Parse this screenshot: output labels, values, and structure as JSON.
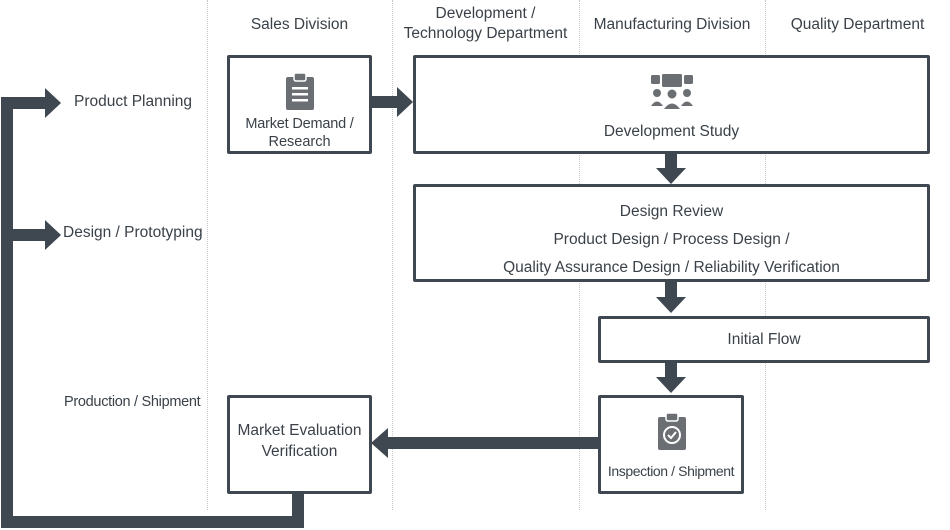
{
  "columns": {
    "sales": "Sales Division",
    "dev_line1": "Development /",
    "dev_line2": "Technology Department",
    "manufacturing": "Manufacturing Division",
    "quality": "Quality Department"
  },
  "rows": {
    "product_planning": "Product Planning",
    "design_prototyping": "Design / Prototyping",
    "production_shipment": "Production / Shipment"
  },
  "boxes": {
    "market_demand_line1": "Market Demand /",
    "market_demand_line2": "Research",
    "development_study": "Development Study",
    "design_review_line1": "Design Review",
    "design_review_line2": "Product Design / Process Design /",
    "design_review_line3": "Quality Assurance Design / Reliability Verification",
    "initial_flow": "Initial Flow",
    "inspection_shipment": "Inspection / Shipment",
    "market_eval_line1": "Market Evaluation",
    "market_eval_line2": "Verification"
  },
  "icons": {
    "market_demand": "clipboard-list-icon",
    "development_study": "team-meeting-icon",
    "inspection": "clipboard-check-icon"
  },
  "colors": {
    "flow": "#3f4750",
    "icon": "#6b6f74",
    "text": "#3a4148"
  }
}
